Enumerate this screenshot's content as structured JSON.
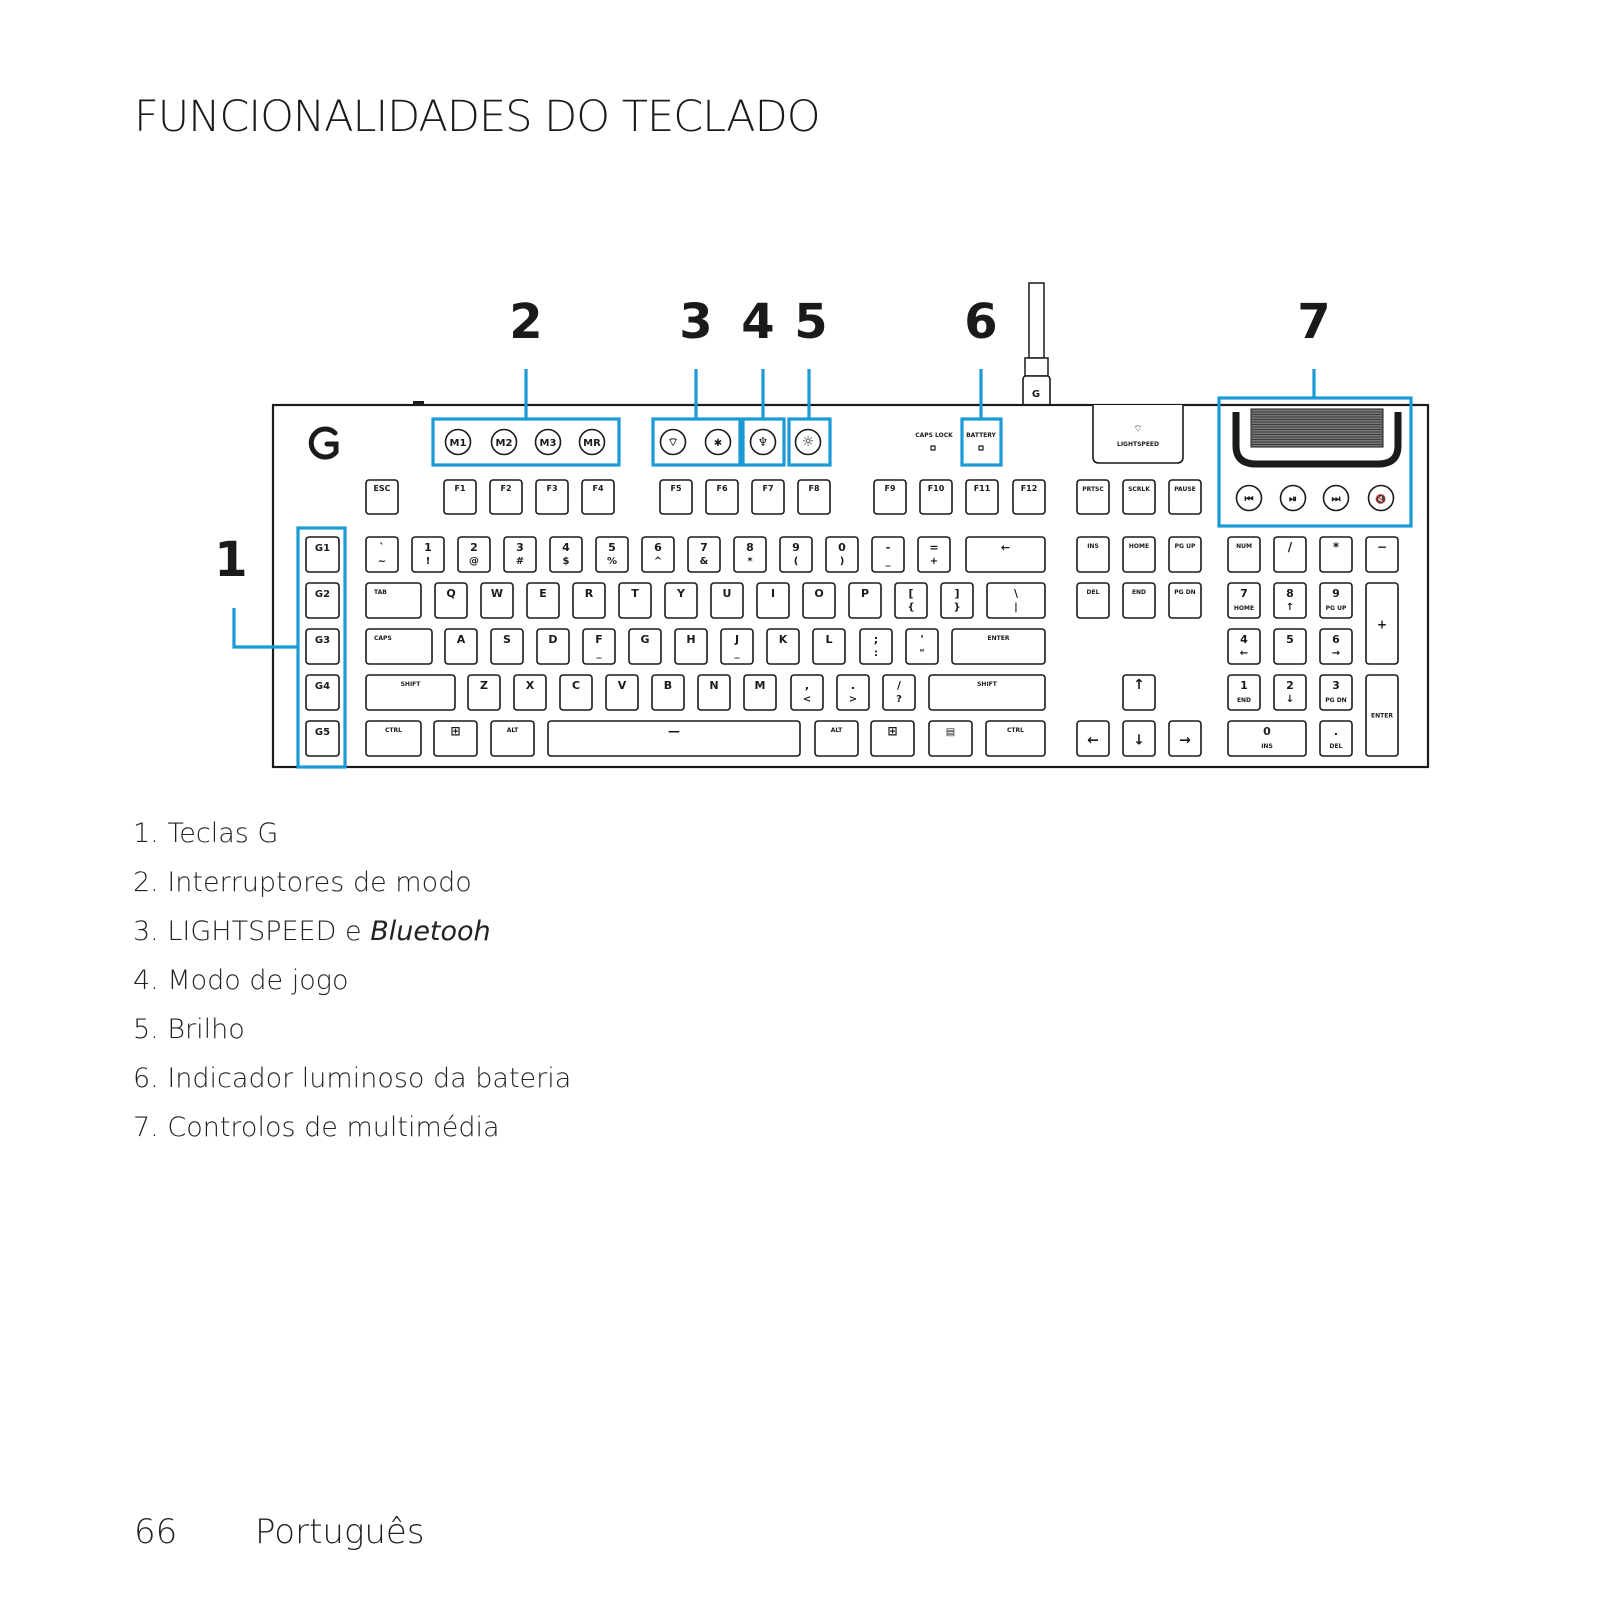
{
  "title": "FUNCIONALIDADES DO TECLADO",
  "callouts": [
    "1",
    "2",
    "3",
    "4",
    "5",
    "6",
    "7"
  ],
  "keyboard": {
    "mode_keys": [
      "M1",
      "M2",
      "M3",
      "MR"
    ],
    "gkeys": [
      "G1",
      "G2",
      "G3",
      "G4",
      "G5"
    ],
    "indicators": {
      "caps_lock": "CAPS LOCK",
      "battery": "BATTERY"
    },
    "lightspeed_label": "LIGHTSPEED",
    "frow": [
      "ESC",
      "F1",
      "F2",
      "F3",
      "F4",
      "F5",
      "F6",
      "F7",
      "F8",
      "F9",
      "F10",
      "F11",
      "F12"
    ],
    "nav_top": [
      "PRTSC",
      "SCRLK",
      "PAUSE"
    ],
    "row_number": [
      [
        "`",
        "~"
      ],
      [
        "1",
        "!"
      ],
      [
        "2",
        "@"
      ],
      [
        "3",
        "#"
      ],
      [
        "4",
        "$"
      ],
      [
        "5",
        "%"
      ],
      [
        "6",
        "^"
      ],
      [
        "7",
        "&"
      ],
      [
        "8",
        "*"
      ],
      [
        "9",
        "("
      ],
      [
        "0",
        ")"
      ],
      [
        "-",
        "_"
      ],
      [
        "=",
        "+"
      ],
      [
        "←",
        ""
      ]
    ],
    "row_q_label": "TAB",
    "row_q_keys": [
      "Q",
      "W",
      "E",
      "R",
      "T",
      "Y",
      "U",
      "I",
      "O",
      "P"
    ],
    "row_q_sym": [
      [
        "[",
        "{"
      ],
      [
        "]",
        "}"
      ],
      [
        "\\",
        "|"
      ]
    ],
    "row_a_label": "CAPS",
    "row_a_keys": [
      "A",
      "S",
      "D",
      "F",
      "G",
      "H",
      "J",
      "K",
      "L"
    ],
    "row_a_sym": [
      [
        ";",
        ":"
      ],
      [
        "'",
        "\""
      ]
    ],
    "enter": "ENTER",
    "row_z_label": "SHIFT",
    "row_z_keys": [
      "Z",
      "X",
      "C",
      "V",
      "B",
      "N",
      "M"
    ],
    "row_z_sym": [
      [
        ",",
        "<"
      ],
      [
        ".",
        ">"
      ],
      [
        "/",
        "?"
      ]
    ],
    "row_bottom": [
      "CTRL",
      "ALT",
      "ALT",
      "CTRL"
    ],
    "nav_mid1": [
      "INS",
      "HOME",
      "PG UP"
    ],
    "nav_mid2": [
      "DEL",
      "END",
      "PG DN"
    ],
    "arrows": [
      "↑",
      "←",
      "↓",
      "→"
    ],
    "numpad": {
      "row1": [
        "NUM",
        "/",
        "*",
        "−"
      ],
      "row2": [
        [
          "7",
          "HOME"
        ],
        [
          "8",
          "↑"
        ],
        [
          "9",
          "PG UP"
        ]
      ],
      "plus": "+",
      "row3": [
        [
          "4",
          "←"
        ],
        [
          "5",
          ""
        ],
        [
          "6",
          "→"
        ]
      ],
      "row4": [
        [
          "1",
          "END"
        ],
        [
          "2",
          "↓"
        ],
        [
          "3",
          "PG DN"
        ]
      ],
      "enter": "ENTER",
      "row5": [
        [
          "0",
          "INS"
        ],
        [
          ".",
          "DEL"
        ]
      ]
    }
  },
  "legend": [
    {
      "num": "1.",
      "text": "Teclas G",
      "italic": ""
    },
    {
      "num": "2.",
      "text": "Interruptores de modo",
      "italic": ""
    },
    {
      "num": "3.",
      "text": "LIGHTSPEED e ",
      "italic": "Bluetooh"
    },
    {
      "num": "4.",
      "text": "Modo de jogo",
      "italic": ""
    },
    {
      "num": "5.",
      "text": "Brilho",
      "italic": ""
    },
    {
      "num": "6.",
      "text": "Indicador luminoso da bateria",
      "italic": ""
    },
    {
      "num": "7.",
      "text": "Controlos de multimédia",
      "italic": ""
    }
  ],
  "footer": {
    "page_number": "66",
    "language": "Português"
  },
  "colors": {
    "callout_box": "#1a9ad6",
    "line": "#1a1a1a"
  }
}
